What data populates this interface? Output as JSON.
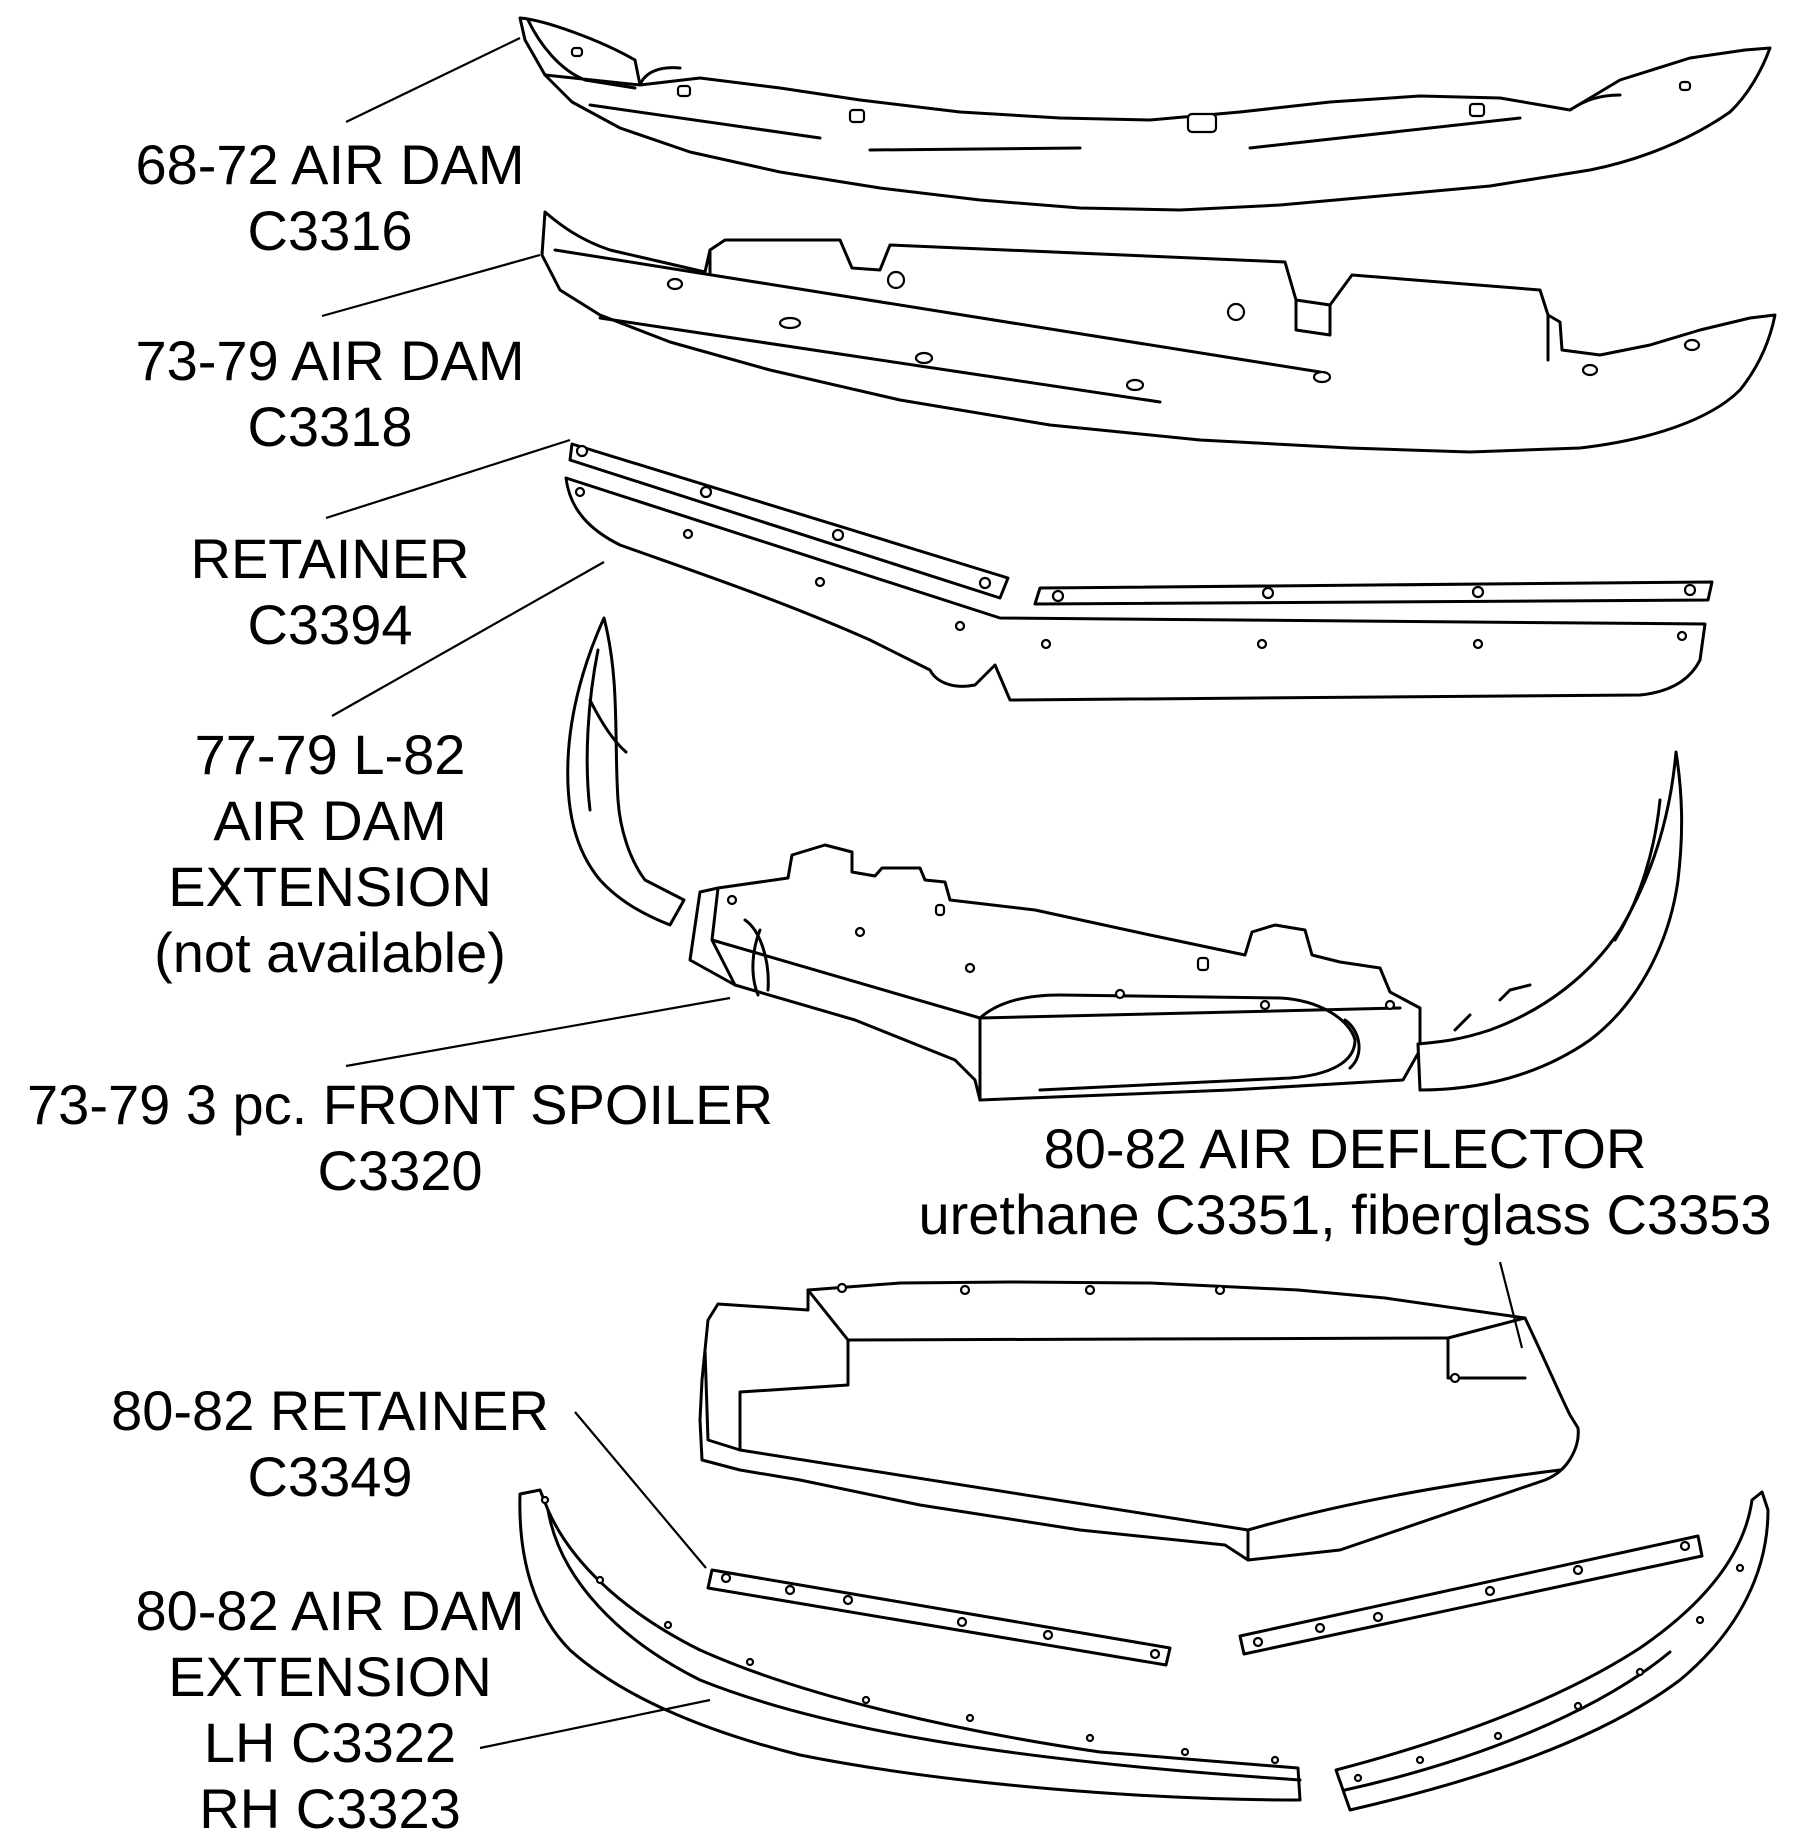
{
  "labels": {
    "air_dam_68_72": {
      "line1": "68-72 AIR DAM",
      "line2": "C3316"
    },
    "air_dam_73_79": {
      "line1": "73-79 AIR DAM",
      "line2": "C3318"
    },
    "retainer": {
      "line1": "RETAINER",
      "line2": "C3394"
    },
    "l82_extension": {
      "line1": "77-79 L-82",
      "line2": "AIR DAM",
      "line3": "EXTENSION",
      "line4": "(not available)"
    },
    "front_spoiler": {
      "line1": "73-79 3 pc. FRONT SPOILER",
      "line2": "C3320"
    },
    "air_deflector": {
      "line1": "80-82 AIR DEFLECTOR",
      "line2": "urethane C3351, fiberglass C3353"
    },
    "retainer_80_82": {
      "line1": "80-82 RETAINER",
      "line2": "C3349"
    },
    "air_dam_ext_80_82": {
      "line1": "80-82 AIR DAM",
      "line2": "EXTENSION",
      "line3": "LH  C3322",
      "line4": "RH  C3323"
    }
  },
  "colors": {
    "ink": "#000000",
    "paper": "#ffffff"
  }
}
